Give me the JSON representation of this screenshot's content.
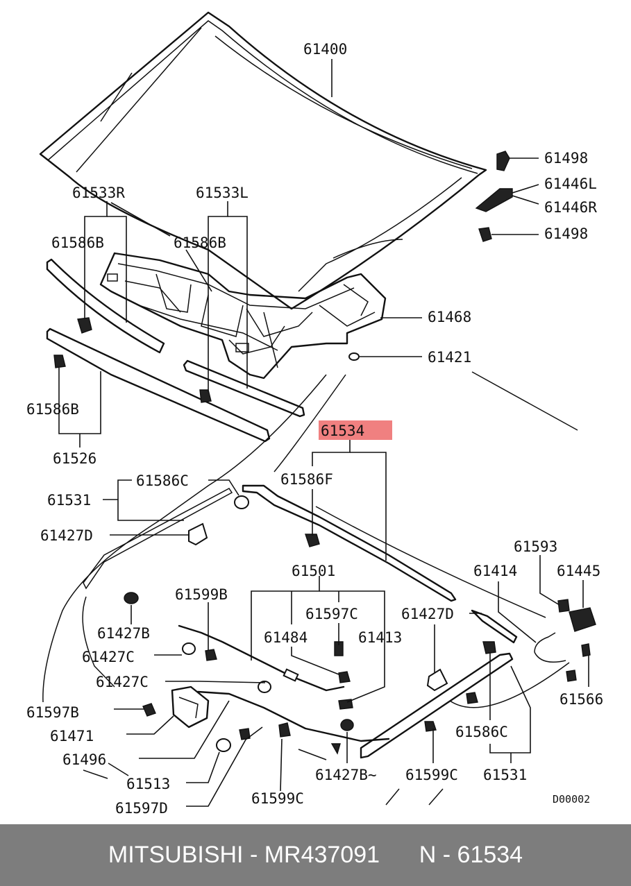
{
  "parts": {
    "p61400": "61400",
    "p61498_top": "61498",
    "p61446L": "61446L",
    "p61446R": "61446R",
    "p61498_bot": "61498",
    "p61533R": "61533R",
    "p61533L": "61533L",
    "p61586B_1": "61586B",
    "p61586B_2": "61586B",
    "p61586B_3": "61586B",
    "p61468": "61468",
    "p61421": "61421",
    "p61526": "61526",
    "p61534": "61534",
    "p61586F": "61586F",
    "p61531_left": "61531",
    "p61586C_top": "61586C",
    "p61427D_left": "61427D",
    "p61593": "61593",
    "p61414": "61414",
    "p61445": "61445",
    "p61501": "61501",
    "p61599B": "61599B",
    "p61597C": "61597C",
    "p61427B_left": "61427B",
    "p61484": "61484",
    "p61413": "61413",
    "p61427D_right": "61427D",
    "p61427C_1": "61427C",
    "p61427C_2": "61427C",
    "p61566": "61566",
    "p61597B": "61597B",
    "p61471": "61471",
    "p61586C_bot": "61586C",
    "p61496": "61496",
    "p61513": "61513",
    "p61427B_bot": "61427B~",
    "p61599C_right": "61599C",
    "p61531_right": "61531",
    "p61597D": "61597D",
    "p61599C_bot": "61599C"
  },
  "highlight": {
    "part": "p61534",
    "color": "#f08080"
  },
  "diagram_code": "D00002",
  "footer": {
    "brand": "MITSUBISHI",
    "separator": " - ",
    "part_number": "MR437091",
    "ref_prefix": "N - ",
    "ref_number": "61534"
  },
  "colors": {
    "footer_bg": "#7d7d7d",
    "footer_text": "#ffffff"
  }
}
